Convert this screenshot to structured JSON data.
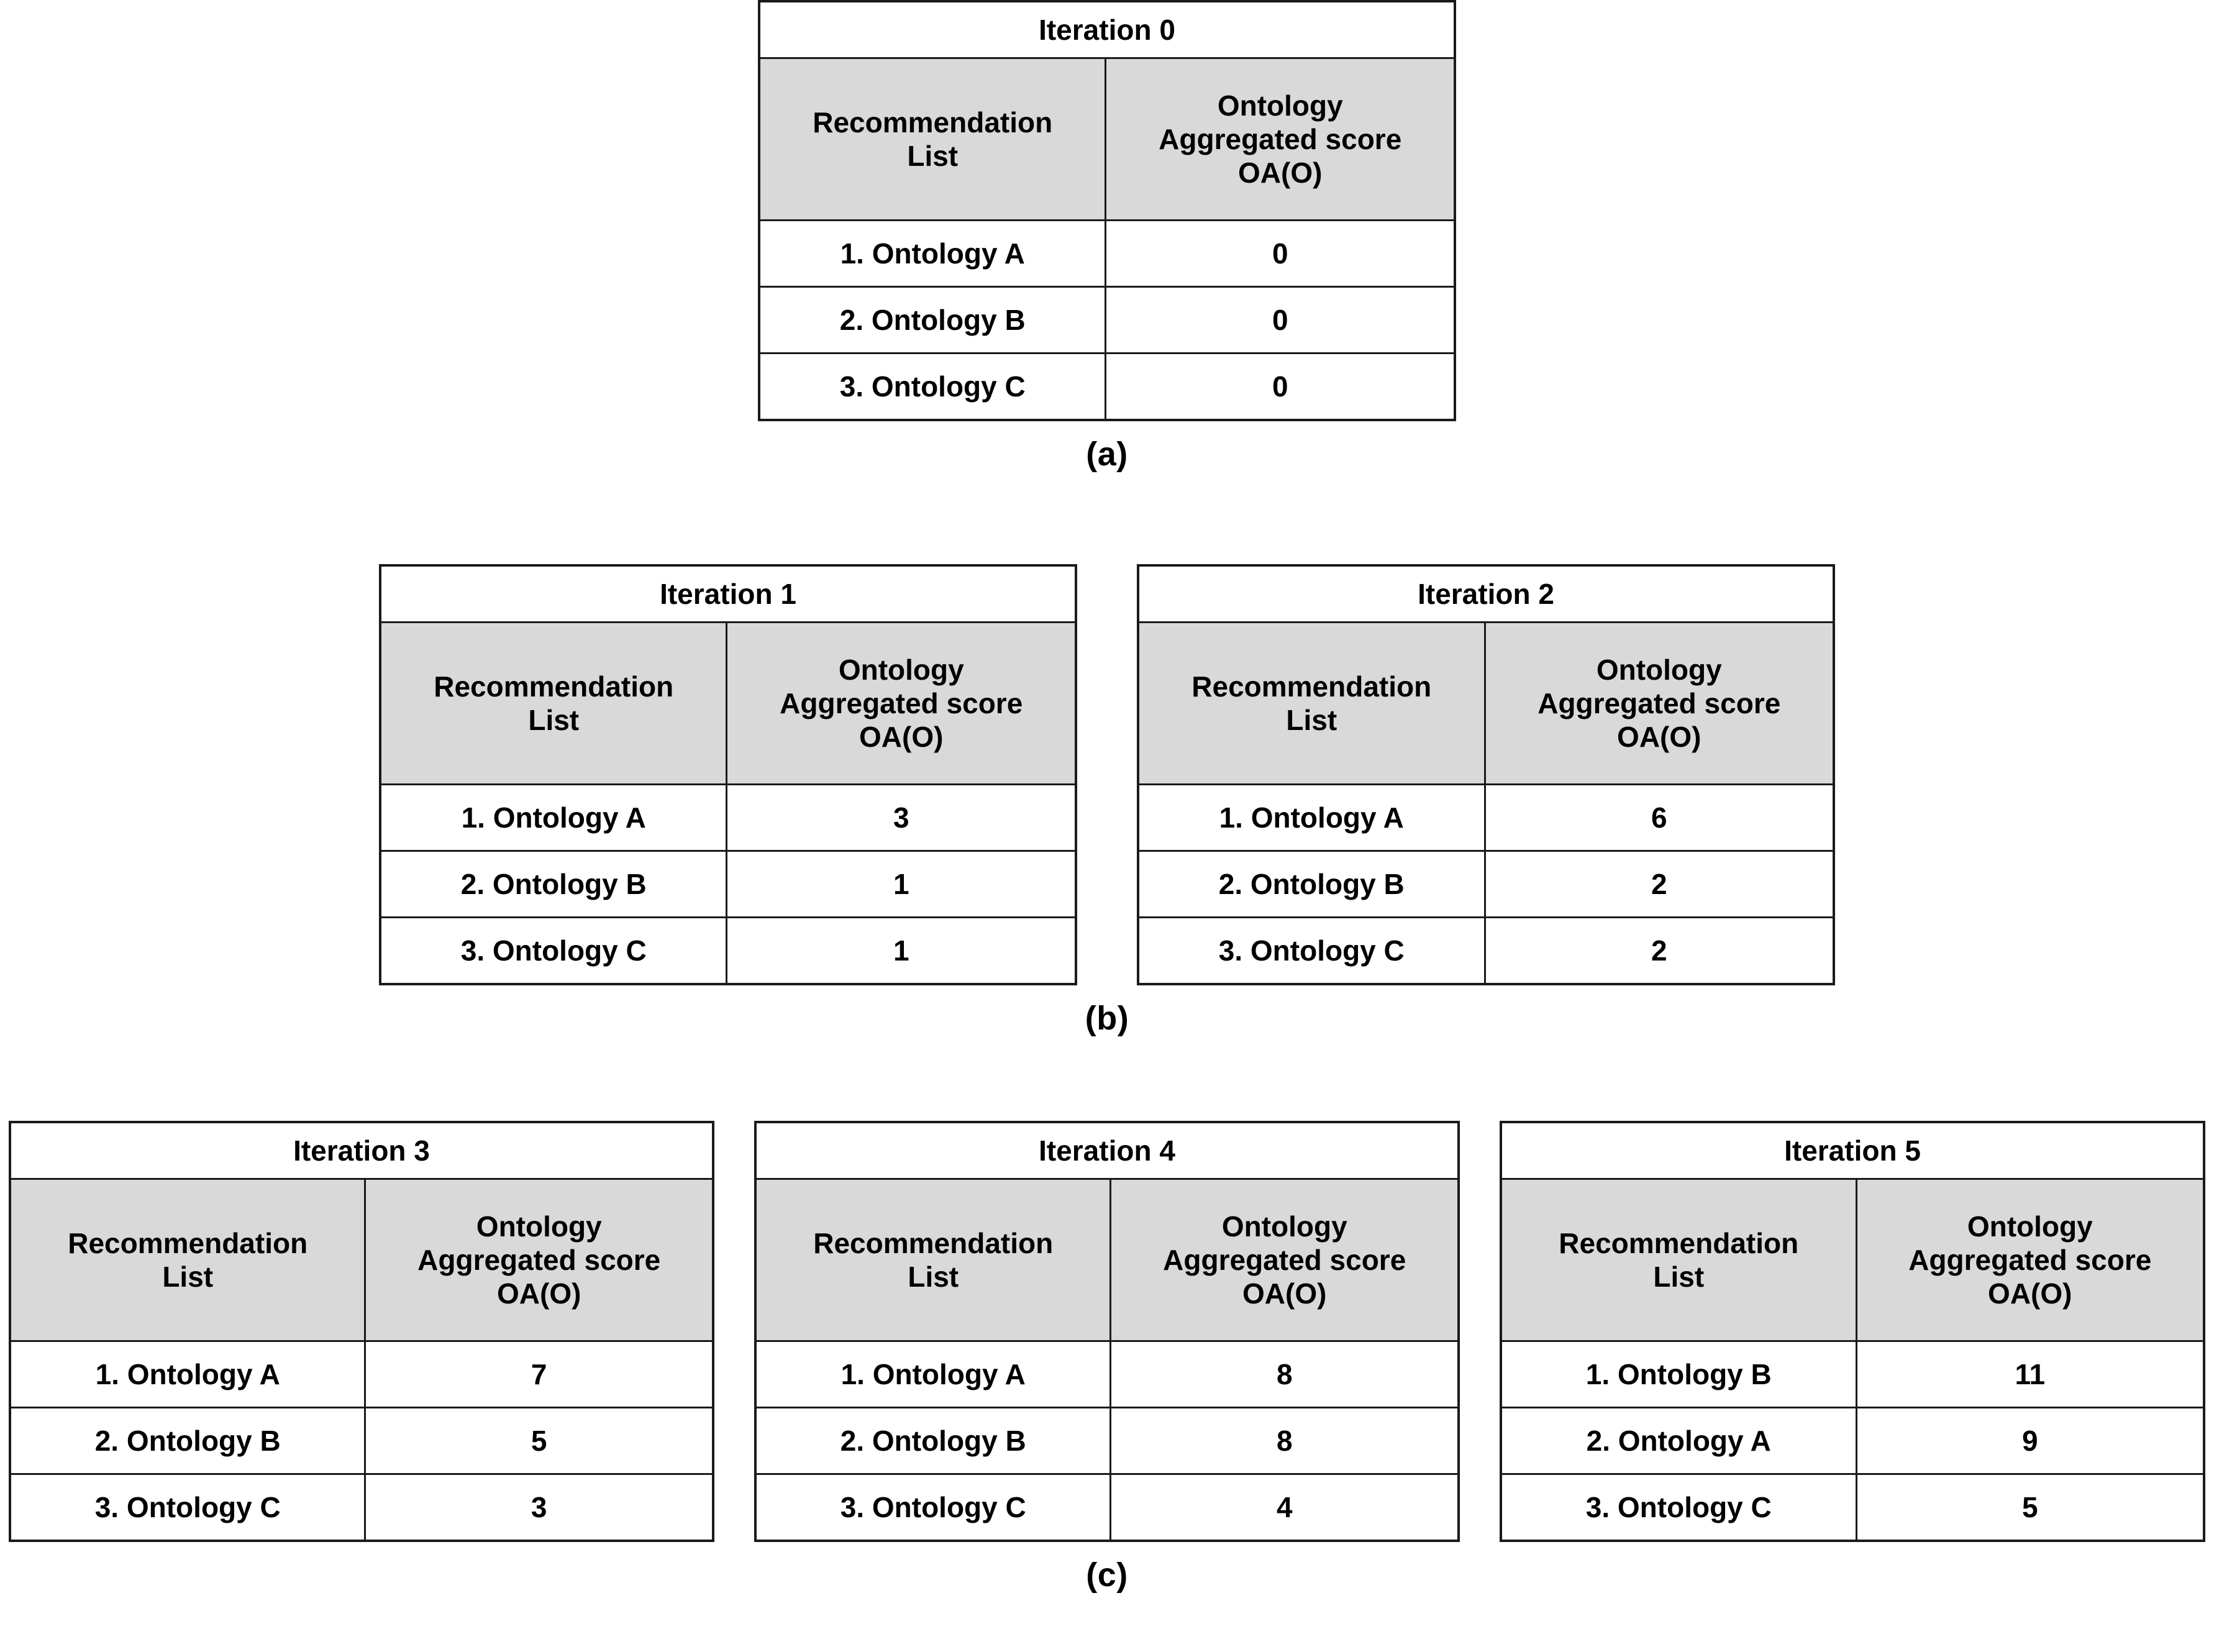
{
  "figure": {
    "column_headers": {
      "recommendation_list": [
        "Recommendation",
        "List"
      ],
      "aggregated_score": [
        "Ontology",
        "Aggregated score",
        "OA(O)"
      ]
    },
    "groups": [
      {
        "caption": "(a)",
        "tables": [
          {
            "title": "Iteration 0",
            "rows": [
              {
                "item": "1. Ontology A",
                "score": "0"
              },
              {
                "item": "2. Ontology B",
                "score": "0"
              },
              {
                "item": "3. Ontology C",
                "score": "0"
              }
            ]
          }
        ]
      },
      {
        "caption": "(b)",
        "tables": [
          {
            "title": "Iteration 1",
            "rows": [
              {
                "item": "1. Ontology A",
                "score": "3"
              },
              {
                "item": "2. Ontology B",
                "score": "1"
              },
              {
                "item": "3. Ontology C",
                "score": "1"
              }
            ]
          },
          {
            "title": "Iteration 2",
            "rows": [
              {
                "item": "1. Ontology A",
                "score": "6"
              },
              {
                "item": "2. Ontology B",
                "score": "2"
              },
              {
                "item": "3. Ontology C",
                "score": "2"
              }
            ]
          }
        ]
      },
      {
        "caption": "(c)",
        "tables": [
          {
            "title": "Iteration 3",
            "rows": [
              {
                "item": "1. Ontology A",
                "score": "7"
              },
              {
                "item": "2. Ontology B",
                "score": "5"
              },
              {
                "item": "3. Ontology C",
                "score": "3"
              }
            ]
          },
          {
            "title": "Iteration 4",
            "rows": [
              {
                "item": "1. Ontology A",
                "score": "8"
              },
              {
                "item": "2. Ontology B",
                "score": "8"
              },
              {
                "item": "3. Ontology C",
                "score": "4"
              }
            ]
          },
          {
            "title": "Iteration 5",
            "rows": [
              {
                "item": "1. Ontology B",
                "score": "11"
              },
              {
                "item": "2. Ontology A",
                "score": "9"
              },
              {
                "item": "3. Ontology C",
                "score": "5"
              }
            ]
          }
        ]
      }
    ],
    "colors": {
      "header_fill": "#d9d9d9",
      "body_fill": "#ffffff",
      "border": "#1a1a1a",
      "text": "#000000"
    }
  }
}
